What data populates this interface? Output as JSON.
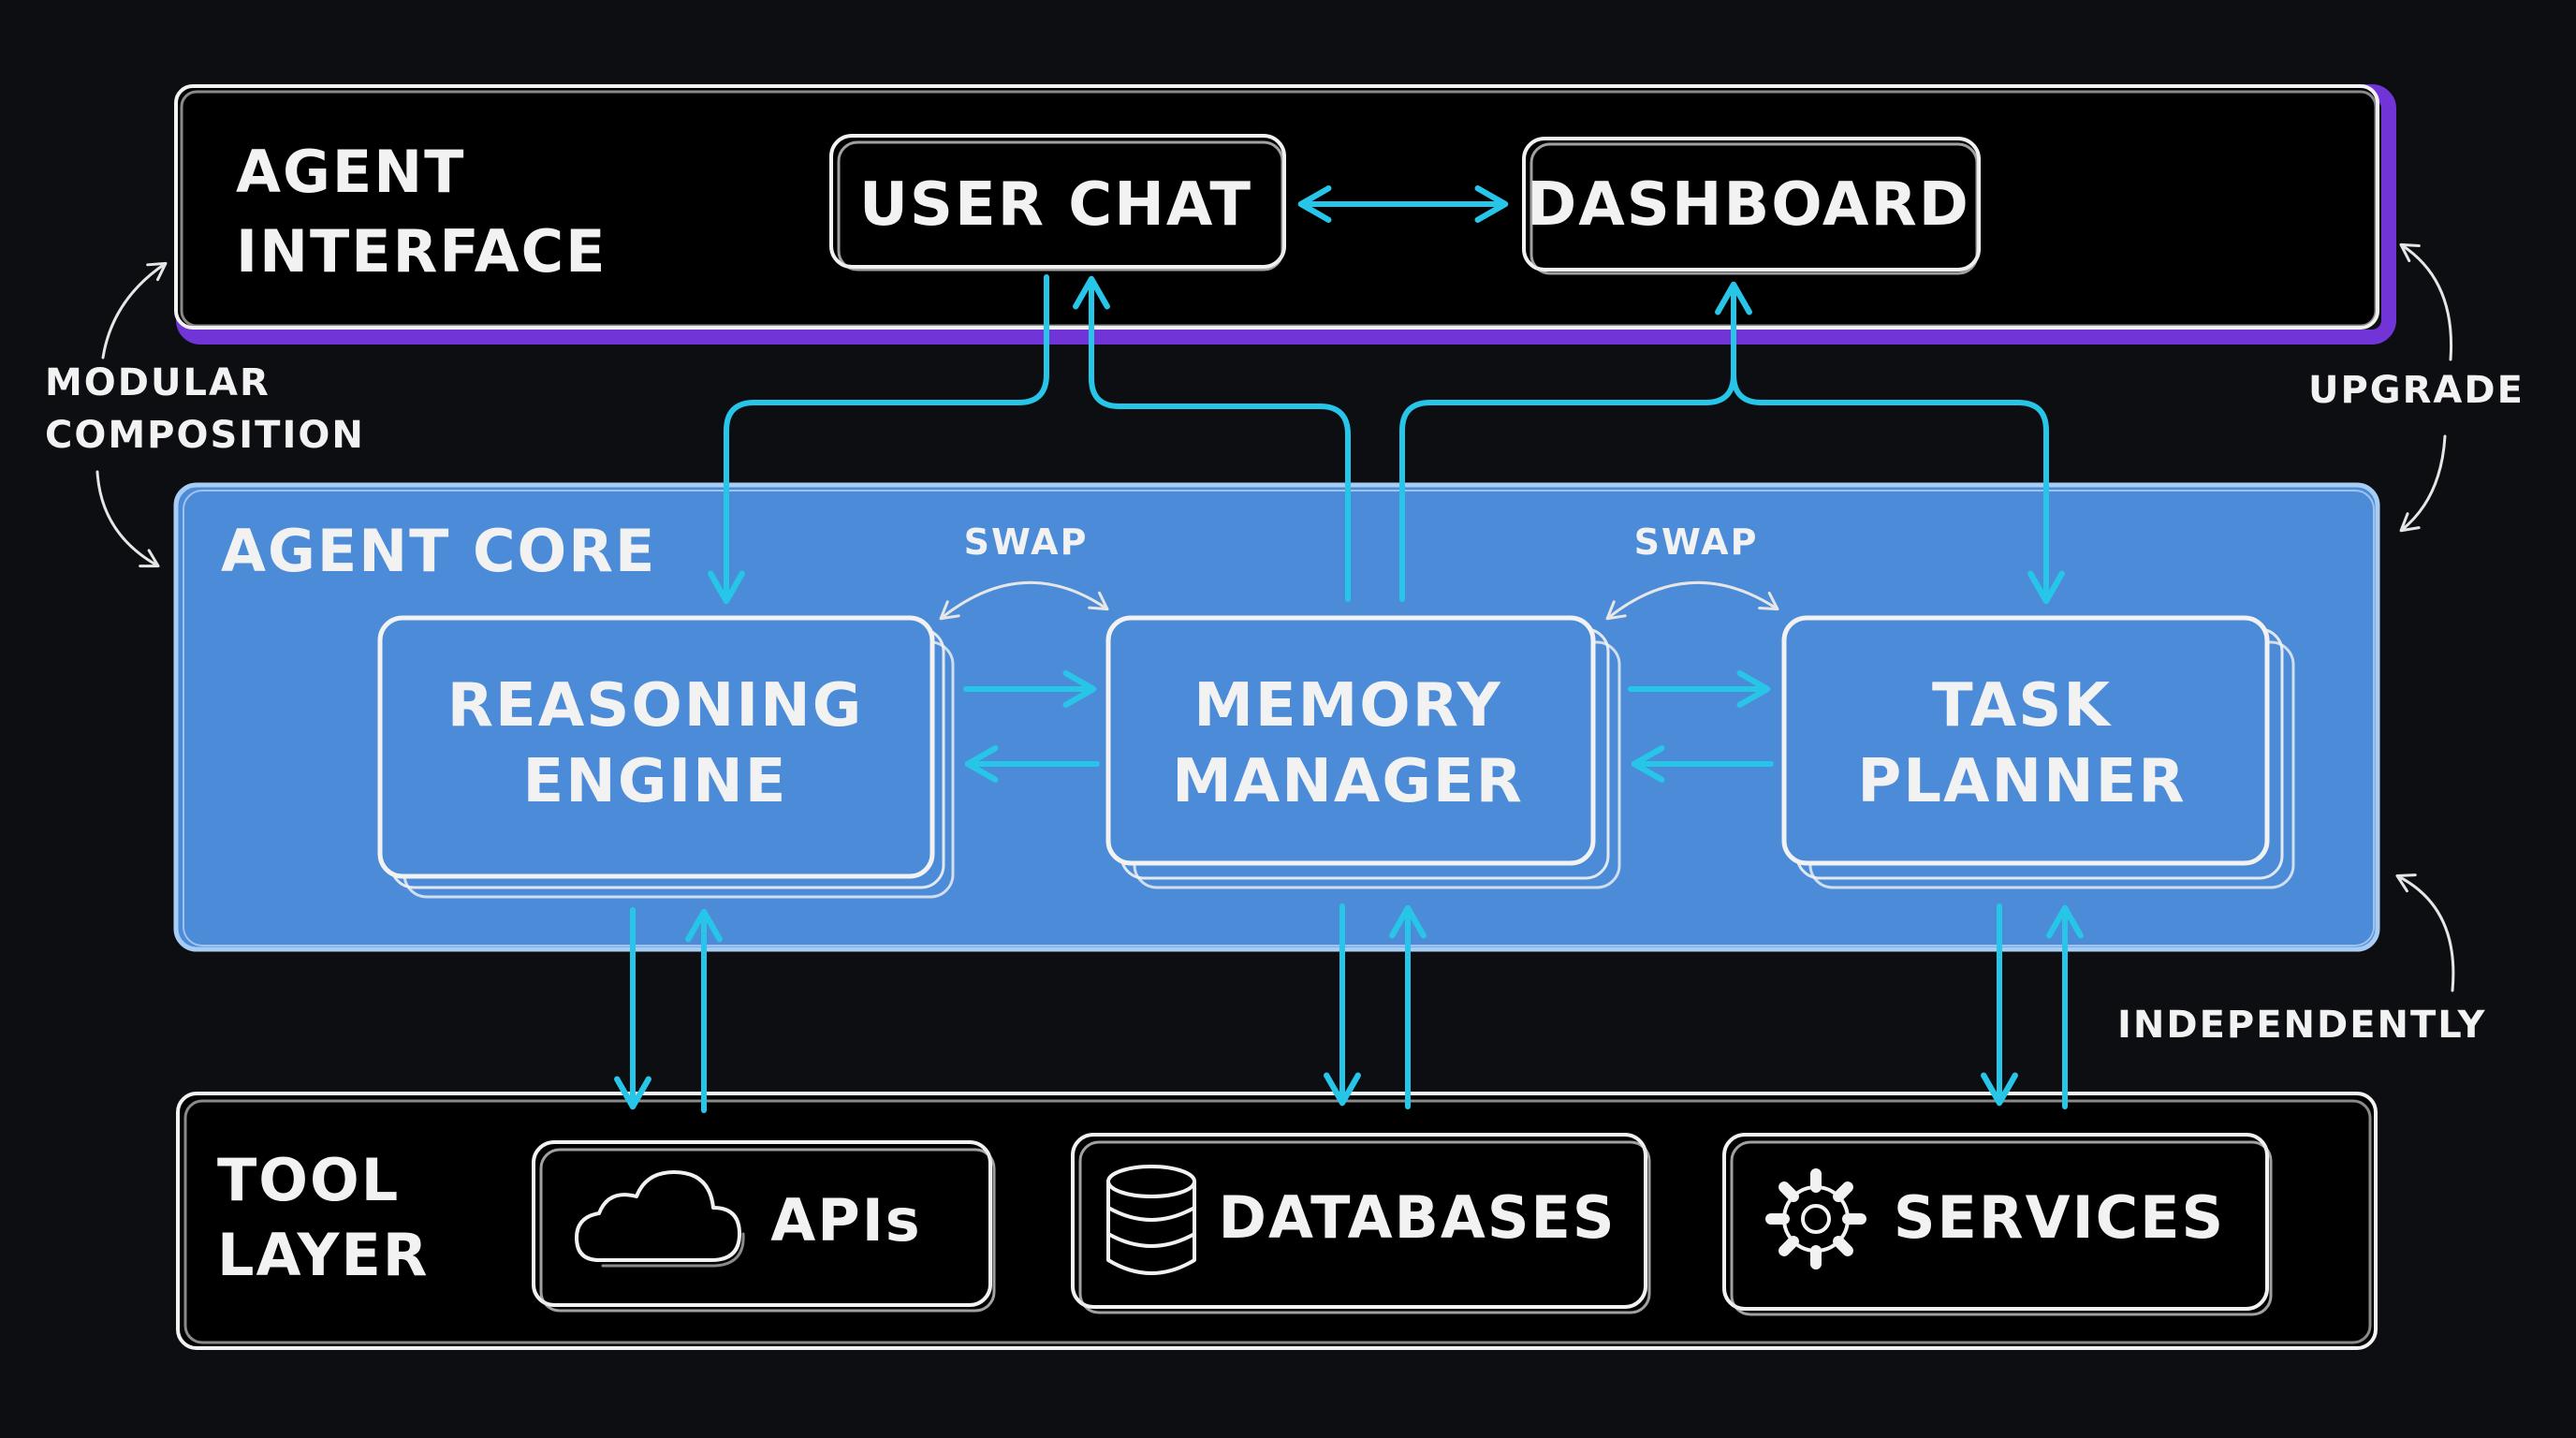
{
  "colors": {
    "background": "#0d0e12",
    "interface_border": "#8a4dff",
    "core_fill": "#4b8bd8",
    "core_border": "#a8cdf5",
    "arrow": "#27c6e8",
    "sketch": "#f2f2f2"
  },
  "interface": {
    "title_line1": "AGENT",
    "title_line2": "INTERFACE",
    "user_chat": "USER CHAT",
    "dashboard": "DASHBOARD"
  },
  "core": {
    "title": "AGENT CORE",
    "reasoning_line1": "REASONING",
    "reasoning_line2": "ENGINE",
    "memory_line1": "MEMORY",
    "memory_line2": "MANAGER",
    "task_line1": "TASK",
    "task_line2": "PLANNER",
    "swap_left": "SWAP",
    "swap_right": "SWAP"
  },
  "tools": {
    "title_line1": "TOOL",
    "title_line2": "LAYER",
    "apis": "APIs",
    "apis_icon": "cloud-icon",
    "databases": "DATABASES",
    "databases_icon": "database-icon",
    "services": "SERVICES",
    "services_icon": "gear-icon"
  },
  "notes": {
    "modular_line1": "MODULAR",
    "modular_line2": "COMPOSITION",
    "upgrade": "UPGRADE",
    "independently": "INDEPENDENTLY"
  }
}
